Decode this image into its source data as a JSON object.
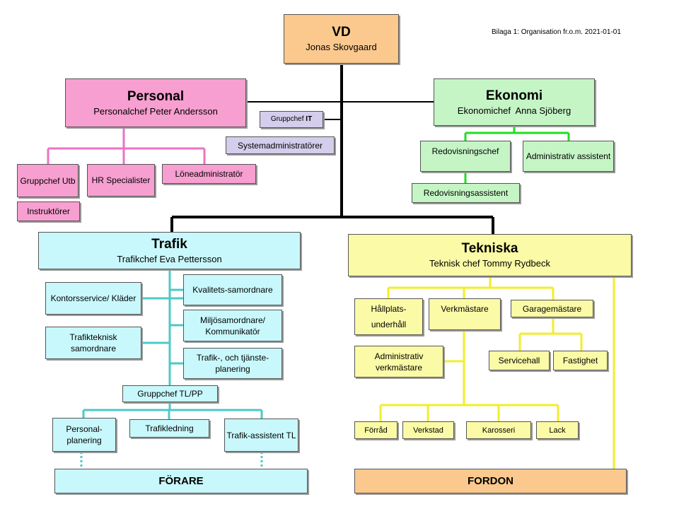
{
  "note": "Bilaga 1: Organisation fr.o.m. 2021-01-01",
  "vd": {
    "title": "VD",
    "sub": "Jonas Skovgaard"
  },
  "personal": {
    "title": "Personal",
    "sub": "Personalchef Peter Andersson",
    "utb": "Gruppchef Utb",
    "hr": "HR Specialister",
    "lone": "Löneadministratör",
    "instr": "Instruktörer"
  },
  "it": {
    "label": "Gruppchef ",
    "label_bold": "IT",
    "sys": "Systemadministratörer"
  },
  "ekonomi": {
    "title": "Ekonomi",
    "sub": "Ekonomichef  Anna Sjöberg",
    "redchef": "Redovisningschef",
    "admass": "Administrativ assistent",
    "redass": "Redovisningsassistent"
  },
  "trafik": {
    "title": "Trafik",
    "sub": "Trafikchef Eva Pettersson",
    "kontor": "Kontorsservice/ Kläder",
    "kval": "Kvalitets-samordnare",
    "miljo": "Miljösamordnare/ Kommunikatör",
    "trafikteknisk": "Trafikteknisk samordnare",
    "planering": "Trafik-, och tjänste-planering",
    "tlpp": "Gruppchef TL/PP",
    "pers": "Personal-planering",
    "ledning": "Trafikledning",
    "ass": "Trafik-assistent TL",
    "forare": "FÖRARE"
  },
  "tekniska": {
    "title": "Tekniska",
    "sub": "Teknisk chef Tommy Rydbeck",
    "hall": "Hållplats-underhåll",
    "verk": "Verkmästare",
    "garage": "Garagemästare",
    "adminverk": "Administrativ verkmästare",
    "service": "Servicehall",
    "fastighet": "Fastighet",
    "forrad": "Förråd",
    "verkstad": "Verkstad",
    "karosseri": "Karosseri",
    "lack": "Lack",
    "fordon": "FORDON"
  },
  "colors": {
    "pink": "#f79fd0",
    "green": "#c5f5c5",
    "cyan": "#c8f8fb",
    "yellow": "#fbfaa6",
    "orange": "#fbc98e",
    "lavender": "#d4cdeb",
    "line_teal": "#4ec9c6",
    "line_pink": "#ee72c4",
    "line_green": "#22dd22",
    "line_yellow": "#f2ee2a"
  }
}
